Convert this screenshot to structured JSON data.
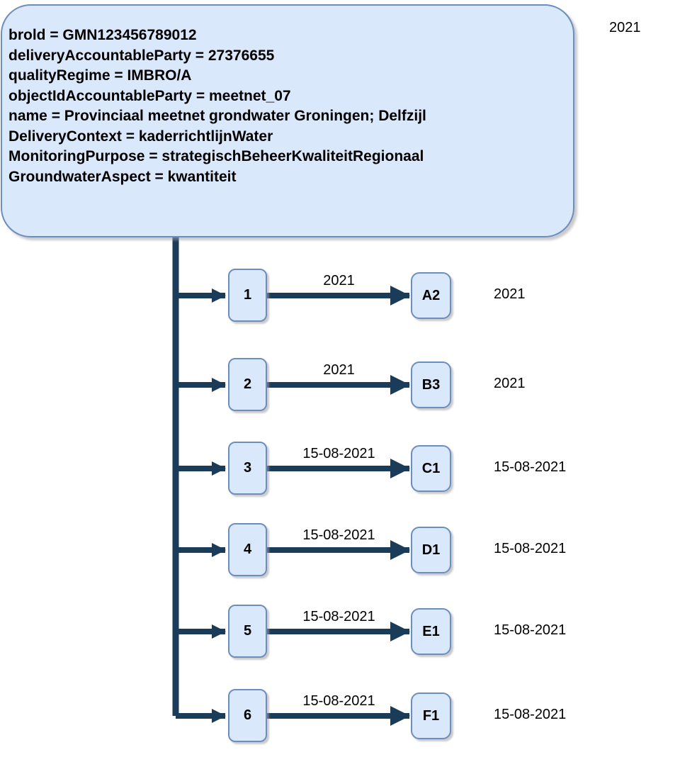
{
  "diagram": {
    "root": {
      "lines": [
        "brold = GMN123456789012",
        "deliveryAccountableParty = 27376655",
        "qualityRegime = IMBRO/A",
        "objectIdAccountableParty = meetnet_07",
        "name = Provinciaal meetnet grondwater Groningen; Delfzijl",
        "DeliveryContext = kaderrichtlijnWater",
        "MonitoringPurpose = strategischBeheerKwaliteitRegionaal",
        "GroundwaterAspect = kwantiteit"
      ],
      "year_label": "2021"
    },
    "rows": [
      {
        "source": "1",
        "edge_label": "2021",
        "target": "A2",
        "right_label": "2021"
      },
      {
        "source": "2",
        "edge_label": "2021",
        "target": "B3",
        "right_label": "2021"
      },
      {
        "source": "3",
        "edge_label": "15-08-2021",
        "target": "C1",
        "right_label": "15-08-2021"
      },
      {
        "source": "4",
        "edge_label": "15-08-2021",
        "target": "D1",
        "right_label": "15-08-2021"
      },
      {
        "source": "5",
        "edge_label": "15-08-2021",
        "target": "E1",
        "right_label": "15-08-2021"
      },
      {
        "source": "6",
        "edge_label": "15-08-2021",
        "target": "F1",
        "right_label": "15-08-2021"
      }
    ],
    "colors": {
      "node_fill": "#dae8fc",
      "node_border": "#6c8ebf",
      "connector": "#1b3c59"
    }
  }
}
